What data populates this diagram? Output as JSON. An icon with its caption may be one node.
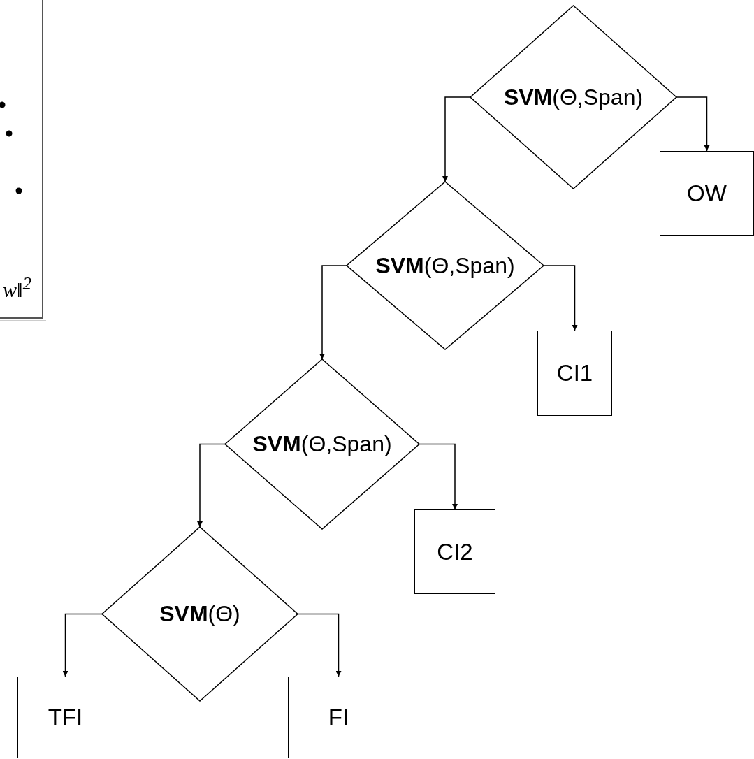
{
  "diagram": {
    "nodes": [
      {
        "text": [
          "**SVM**(Θ,Span)"
        ]
      },
      {
        "text": [
          "OW"
        ]
      },
      {
        "text": [
          "**SVM**(Θ,Span)"
        ]
      },
      {
        "text": [
          "CI1"
        ]
      },
      {
        "text": [
          "**SVM**(Θ,Span)"
        ]
      },
      {
        "text": [
          "CI2"
        ]
      },
      {
        "text": [
          "**SVM**(Θ)"
        ]
      },
      {
        "text": [
          "TFI"
        ]
      },
      {
        "text": [
          "FI"
        ]
      }
    ],
    "edges": [
      {
        "from": 0,
        "to": 2,
        "arrow": "to"
      },
      {
        "from": 0,
        "to": 1,
        "arrow": "to"
      },
      {
        "from": 2,
        "to": 4,
        "arrow": "to"
      },
      {
        "from": 2,
        "to": 3,
        "arrow": "to"
      },
      {
        "from": 4,
        "to": 6,
        "arrow": "to"
      },
      {
        "from": 4,
        "to": 5,
        "arrow": "to"
      },
      {
        "from": 6,
        "to": 7,
        "arrow": "to"
      },
      {
        "from": 6,
        "to": 8,
        "arrow": "to"
      }
    ],
    "labels": [
      "w‖$^{2}$"
    ]
  }
}
